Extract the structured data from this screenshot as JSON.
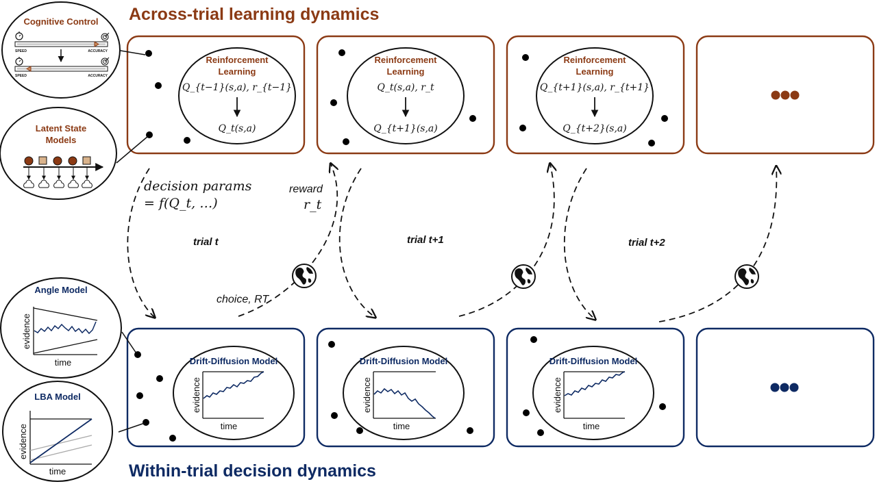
{
  "titles": {
    "top": "Across-trial learning dynamics",
    "bottom": "Within-trial decision dynamics"
  },
  "colors": {
    "brown": "#8B3A14",
    "navy": "#0E2A63",
    "dot": "#000000"
  },
  "rl_panels": [
    {
      "title_l1": "Reinforcement",
      "title_l2": "Learning",
      "input": "Q_{t−1}(s,a), r_{t−1}",
      "output": "Q_t(s,a)"
    },
    {
      "title_l1": "Reinforcement",
      "title_l2": "Learning",
      "input": "Q_t(s,a), r_t",
      "output": "Q_{t+1}(s,a)"
    },
    {
      "title_l1": "Reinforcement",
      "title_l2": "Learning",
      "input": "Q_{t+1}(s,a), r_{t+1}",
      "output": "Q_{t+2}(s,a)"
    }
  ],
  "ddm_panels": [
    {
      "title": "Drift-Diffusion Model",
      "ylabel": "evidence",
      "xlabel": "time"
    },
    {
      "title": "Drift-Diffusion Model",
      "ylabel": "evidence",
      "xlabel": "time"
    },
    {
      "title": "Drift-Diffusion Model",
      "ylabel": "evidence",
      "xlabel": "time"
    }
  ],
  "side_models": {
    "cognitive_control": {
      "title": "Cognitive Control",
      "speed": "SPEED",
      "accuracy": "ACCURACY"
    },
    "latent_state": {
      "title_l1": "Latent State",
      "title_l2": "Models"
    },
    "angle": {
      "title": "Angle Model",
      "ylabel": "evidence",
      "xlabel": "time"
    },
    "lba": {
      "title": "LBA Model",
      "ylabel": "evidence",
      "xlabel": "time"
    }
  },
  "trials": [
    "trial t",
    "trial t+1",
    "trial t+2"
  ],
  "arrow_labels": {
    "decision_params_l1": "decision params",
    "decision_params_l2": "= f(Q_t,  …)",
    "reward_l1": "reward",
    "reward_l2": "r_t",
    "choice_rt": "choice, RT"
  },
  "icons": [
    "stopwatch-icon",
    "target-icon",
    "globe-icon",
    "cloud-icon"
  ]
}
